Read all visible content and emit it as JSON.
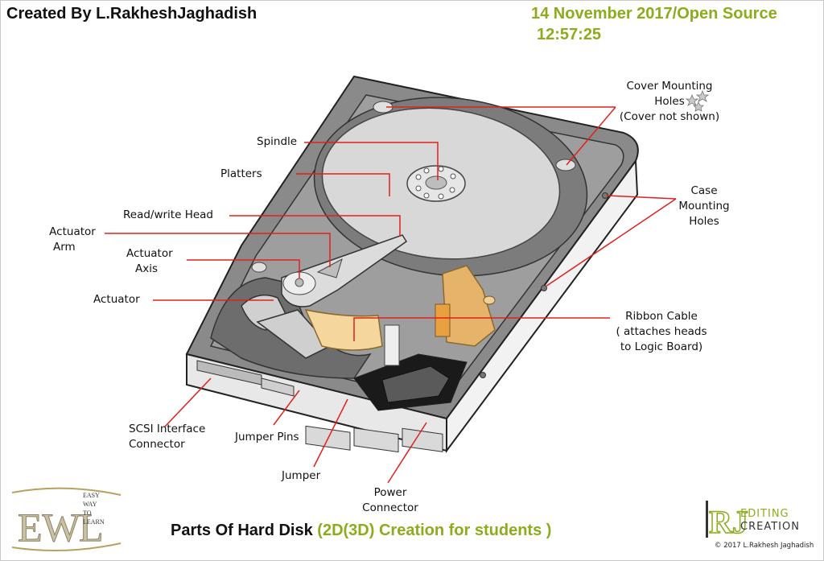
{
  "header": {
    "created_by": "Created By  L.RakheshJaghadish",
    "date_source": "14 November 2017/Open Source",
    "time": "12:57:25"
  },
  "labels": {
    "cover_mounting_holes": [
      "Cover Mounting",
      "Holes",
      "(Cover not shown)"
    ],
    "spindle": "Spindle",
    "platters": "Platters",
    "case_mounting_holes": [
      "Case",
      "Mounting",
      "Holes"
    ],
    "read_write_head": "Read/write Head",
    "actuator_arm": [
      "Actuator",
      "Arm"
    ],
    "actuator_axis": [
      "Actuator",
      "Axis"
    ],
    "actuator": "Actuator",
    "ribbon_cable": [
      "Ribbon Cable",
      "( attaches heads",
      "to Logic Board)"
    ],
    "scsi_interface": [
      "SCSI Interface",
      "Connector"
    ],
    "jumper_pins": "Jumper Pins",
    "jumper": "Jumper",
    "power_connector": [
      "Power",
      "Connector"
    ]
  },
  "footer": {
    "title": "Parts Of Hard Disk",
    "subtitle": "(2D(3D) Creation for students )",
    "copyright": "© 2017 L.Rakhesh Jaghadish"
  },
  "logos": {
    "left_logo_text": [
      "EASY",
      "WAY",
      "TO",
      "LEARN"
    ],
    "right_logo_text": [
      "EDITING",
      "CREATION"
    ]
  },
  "colors": {
    "accent_green": "#8cac1c",
    "leader_red": "#e0201c",
    "platter_gray": "#d8d8d8"
  }
}
